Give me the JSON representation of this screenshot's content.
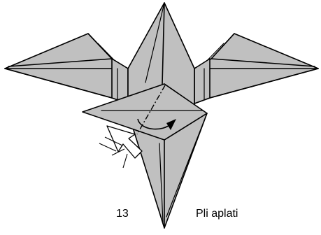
{
  "diagram": {
    "step_number": "13",
    "instruction": "Pli aplati",
    "colors": {
      "paper": "#c0c0c0",
      "line": "#000000",
      "background": "#ffffff",
      "push_arrow_fill": "#ffffff"
    },
    "symbols": [
      "valley-fold-line",
      "flatten-rotate-arrow",
      "push-arrow"
    ]
  }
}
